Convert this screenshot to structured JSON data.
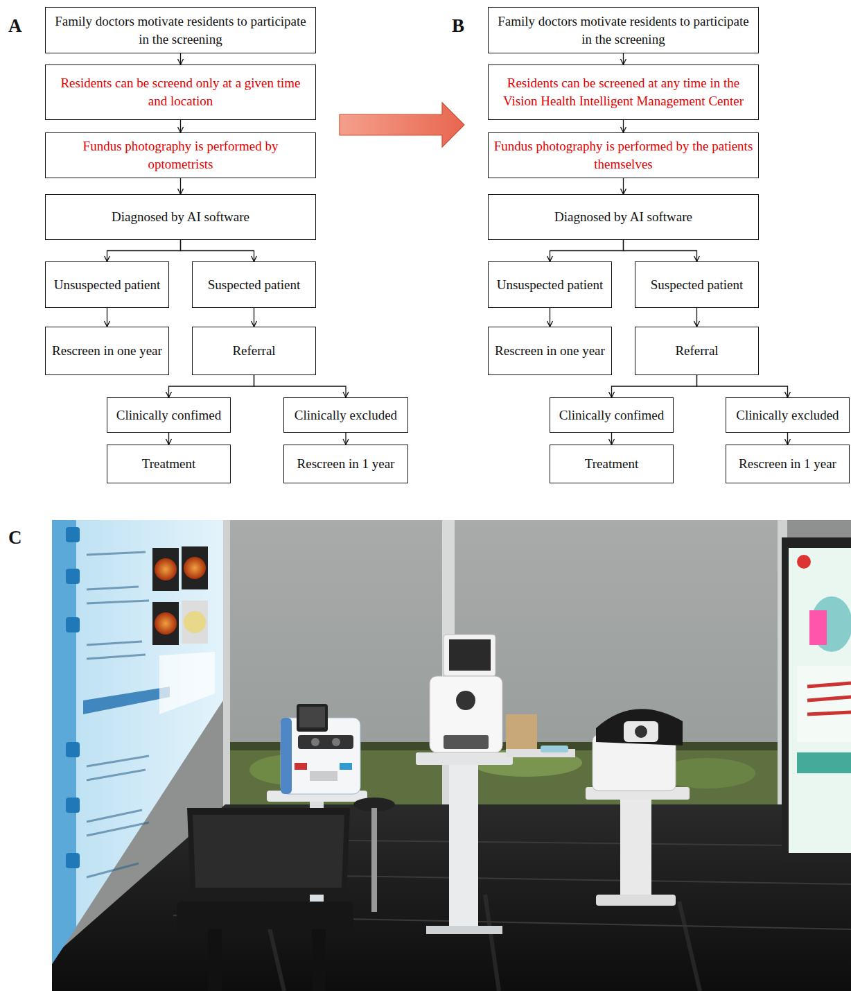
{
  "diagram": {
    "nodes": [
      {
        "text": [
          "Family doctors motivate residents to participate in the screening"
        ]
      },
      {
        "text": [
          "Residents can be screend only at a given time and location"
        ]
      },
      {
        "text": [
          "Fundus photography is performed by optometrists"
        ]
      },
      {
        "text": [
          "Diagnosed by AI software"
        ]
      },
      {
        "text": [
          "Unsuspected patient"
        ]
      },
      {
        "text": [
          "Suspected patient"
        ]
      },
      {
        "text": [
          "Rescreen in one year"
        ]
      },
      {
        "text": [
          "Referral"
        ]
      },
      {
        "text": [
          "Clinically confimed"
        ]
      },
      {
        "text": [
          "Clinically excluded"
        ]
      },
      {
        "text": [
          "Treatment"
        ]
      },
      {
        "text": [
          "Rescreen in 1 year"
        ]
      },
      {
        "text": [
          "Family doctors motivate residents to participate in the screening"
        ]
      },
      {
        "text": [
          "Residents can be screened at any time in the Vision Health Intelligent Management Center"
        ]
      },
      {
        "text": [
          "Fundus photography is performed by the patients themselves"
        ]
      },
      {
        "text": [
          "Diagnosed by AI software"
        ]
      },
      {
        "text": [
          "Unsuspected patient"
        ]
      },
      {
        "text": [
          "Suspected patient"
        ]
      },
      {
        "text": [
          "Rescreen in one year"
        ]
      },
      {
        "text": [
          "Referral"
        ]
      },
      {
        "text": [
          "Clinically confimed"
        ]
      },
      {
        "text": [
          "Clinically excluded"
        ]
      },
      {
        "text": [
          "Treatment"
        ]
      },
      {
        "text": [
          "Rescreen in 1 year"
        ]
      }
    ],
    "edges": [
      {
        "from": 0,
        "to": 1,
        "arrow": "to"
      },
      {
        "from": 1,
        "to": 2,
        "arrow": "to"
      },
      {
        "from": 2,
        "to": 3,
        "arrow": "to"
      },
      {
        "from": 3,
        "to": 4,
        "arrow": "to"
      },
      {
        "from": 3,
        "to": 5,
        "arrow": "to"
      },
      {
        "from": 4,
        "to": 6,
        "arrow": "to"
      },
      {
        "from": 5,
        "to": 7,
        "arrow": "to"
      },
      {
        "from": 7,
        "to": 8,
        "arrow": "to"
      },
      {
        "from": 7,
        "to": 9,
        "arrow": "to"
      },
      {
        "from": 8,
        "to": 10,
        "arrow": "to"
      },
      {
        "from": 9,
        "to": 11,
        "arrow": "to"
      },
      {
        "from": 12,
        "to": 13,
        "arrow": "to"
      },
      {
        "from": 13,
        "to": 14,
        "arrow": "to"
      },
      {
        "from": 14,
        "to": 15,
        "arrow": "to"
      },
      {
        "from": 15,
        "to": 16,
        "arrow": "to"
      },
      {
        "from": 15,
        "to": 17,
        "arrow": "to"
      },
      {
        "from": 16,
        "to": 18,
        "arrow": "to"
      },
      {
        "from": 17,
        "to": 19,
        "arrow": "to"
      },
      {
        "from": 19,
        "to": 20,
        "arrow": "to"
      },
      {
        "from": 19,
        "to": 21,
        "arrow": "to"
      },
      {
        "from": 20,
        "to": 22,
        "arrow": "to"
      },
      {
        "from": 21,
        "to": 23,
        "arrow": "to"
      }
    ],
    "labels": [
      "A",
      "B",
      "C"
    ]
  }
}
